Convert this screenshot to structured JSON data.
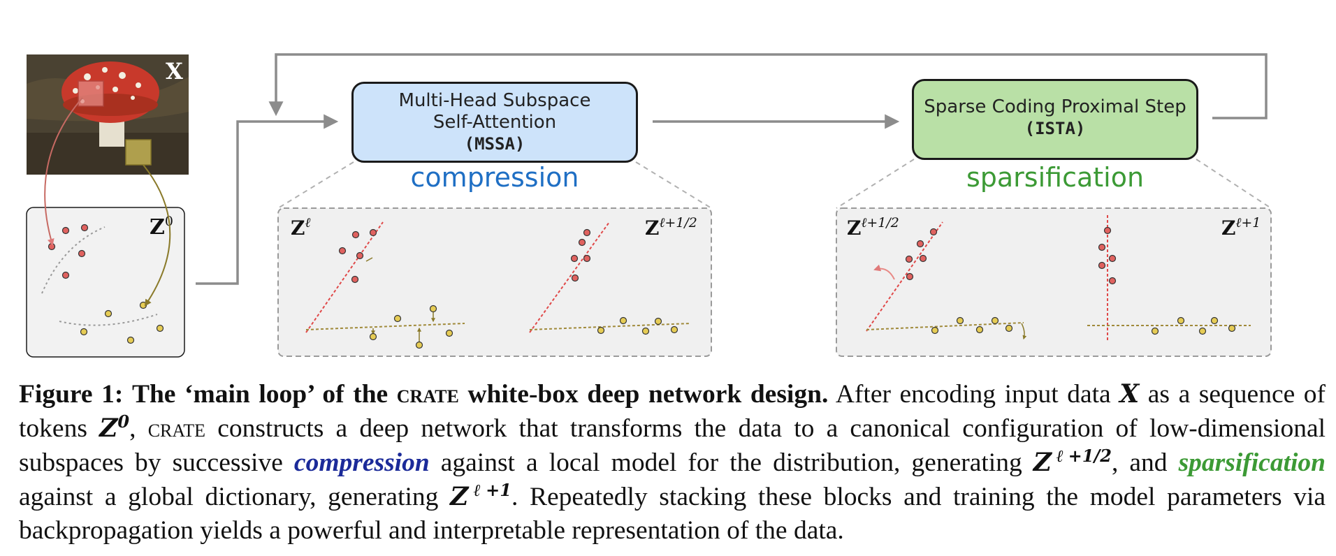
{
  "figure": {
    "input_label": "X",
    "z0_label": "Z",
    "z0_sup": "0",
    "mssa": {
      "line1": "Multi-Head Subspace",
      "line2": "Self-Attention",
      "code": "(MSSA)",
      "stage": "compression"
    },
    "ista": {
      "line1": "Sparse Coding Proximal Step",
      "code": "(ISTA)",
      "stage": "sparsification"
    },
    "panel_labels": {
      "zl": "Z",
      "zl_sup": "ℓ",
      "zhalf": "Z",
      "zhalf_sup": "ℓ+1/2",
      "zhalf2": "Z",
      "zhalf2_sup": "ℓ+1/2",
      "znext": "Z",
      "znext_sup": "ℓ+1"
    },
    "colors": {
      "red_point": "#e0625f",
      "yellow_point": "#e6cc55",
      "arrow": "#8c8c8c",
      "mssa_box": "#cde3fa",
      "ista_box": "#b9e0a6",
      "compression": "#1f6fc4",
      "sparsification": "#3c9a35"
    }
  },
  "caption": {
    "fig_label": "Figure 1:",
    "title_a": "The ‘main loop’ of the",
    "title_crate": "crate",
    "title_b": "white-box deep network design.",
    "t1": "After encoding input data",
    "m_x": "X",
    "t2": "as a sequence of tokens",
    "m_z": "Z",
    "m_z0_sup": "0",
    "t3": ",",
    "crate2": "crate",
    "t4": "constructs a deep network that transforms the data to a canonical configuration of low-dimensional subspaces by successive",
    "kw_compression": "compression",
    "t5": "against a local model for the distribution, generating",
    "m_zhalf": "Z",
    "m_zhalf_sup": "ℓ+1/2",
    "t6": ", and",
    "kw_sparsification": "sparsification",
    "t7": "against a global dictionary, generating",
    "m_znext": "Z",
    "m_znext_sup": "ℓ+1",
    "t8": ". Repeatedly stacking these blocks and training the model parameters via backpropagation yields a powerful and interpretable representation of the data."
  }
}
